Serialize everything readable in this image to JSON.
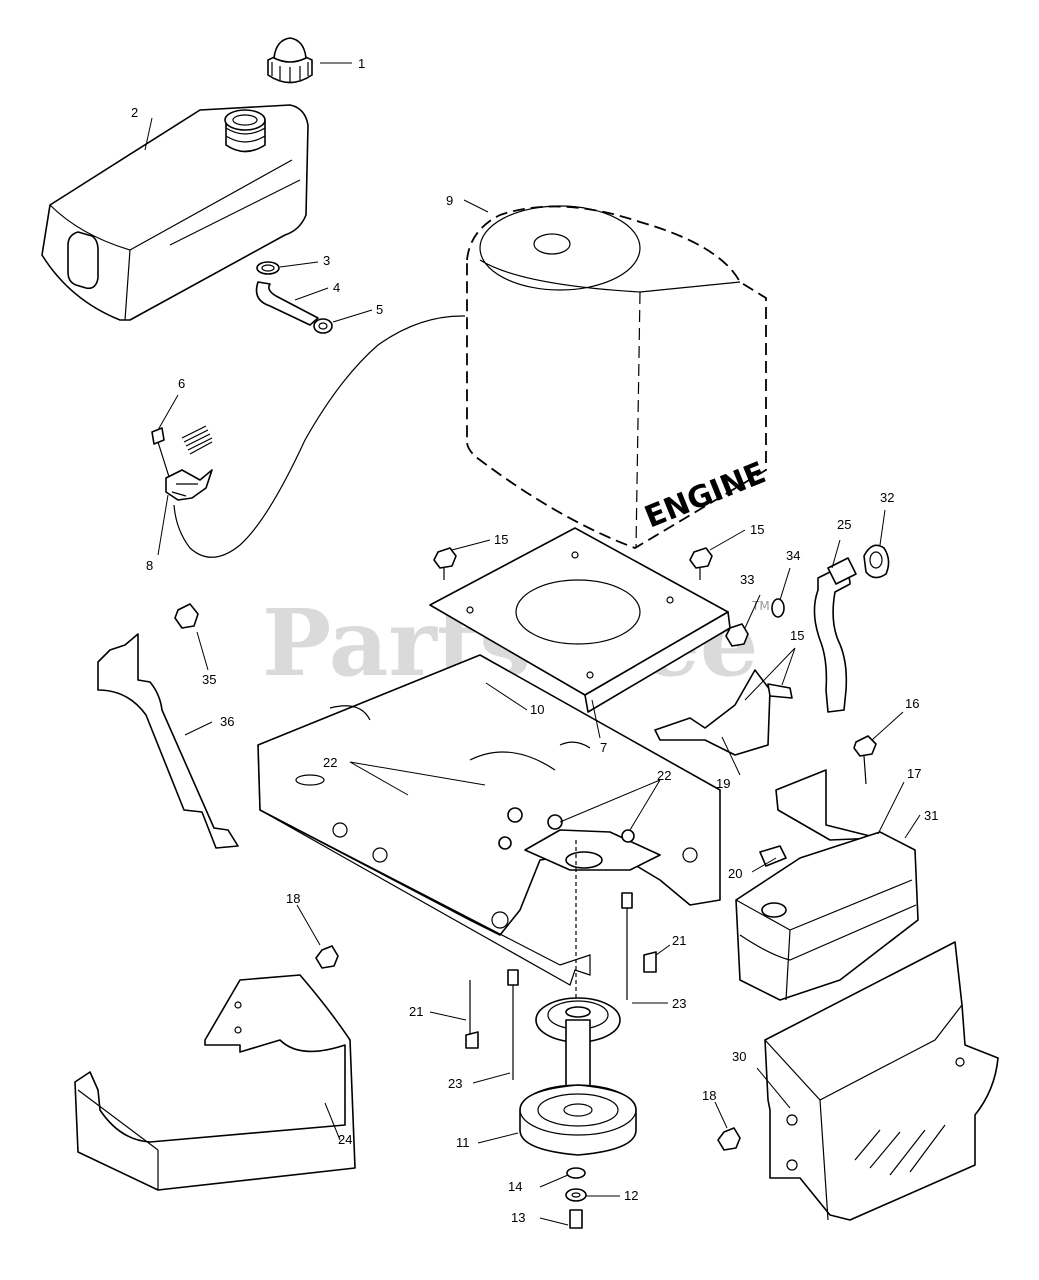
{
  "watermark": {
    "text": "PartsTree",
    "tm": "TM"
  },
  "engine_label": "ENGINE",
  "callouts": {
    "c1": "1",
    "c2": "2",
    "c3": "3",
    "c4": "4",
    "c5": "5",
    "c6": "6",
    "c7": "7",
    "c8": "8",
    "c9": "9",
    "c10": "10",
    "c11": "11",
    "c12": "12",
    "c13": "13",
    "c14": "14",
    "c15a": "15",
    "c15b": "15",
    "c15c": "15",
    "c16": "16",
    "c17": "17",
    "c18a": "18",
    "c18b": "18",
    "c19": "19",
    "c20": "20",
    "c21a": "21",
    "c21b": "21",
    "c22a": "22",
    "c22b": "22",
    "c23a": "23",
    "c23b": "23",
    "c24": "24",
    "c25": "25",
    "c30": "30",
    "c31": "31",
    "c32": "32",
    "c33": "33",
    "c34": "34",
    "c35": "35",
    "c36": "36"
  }
}
